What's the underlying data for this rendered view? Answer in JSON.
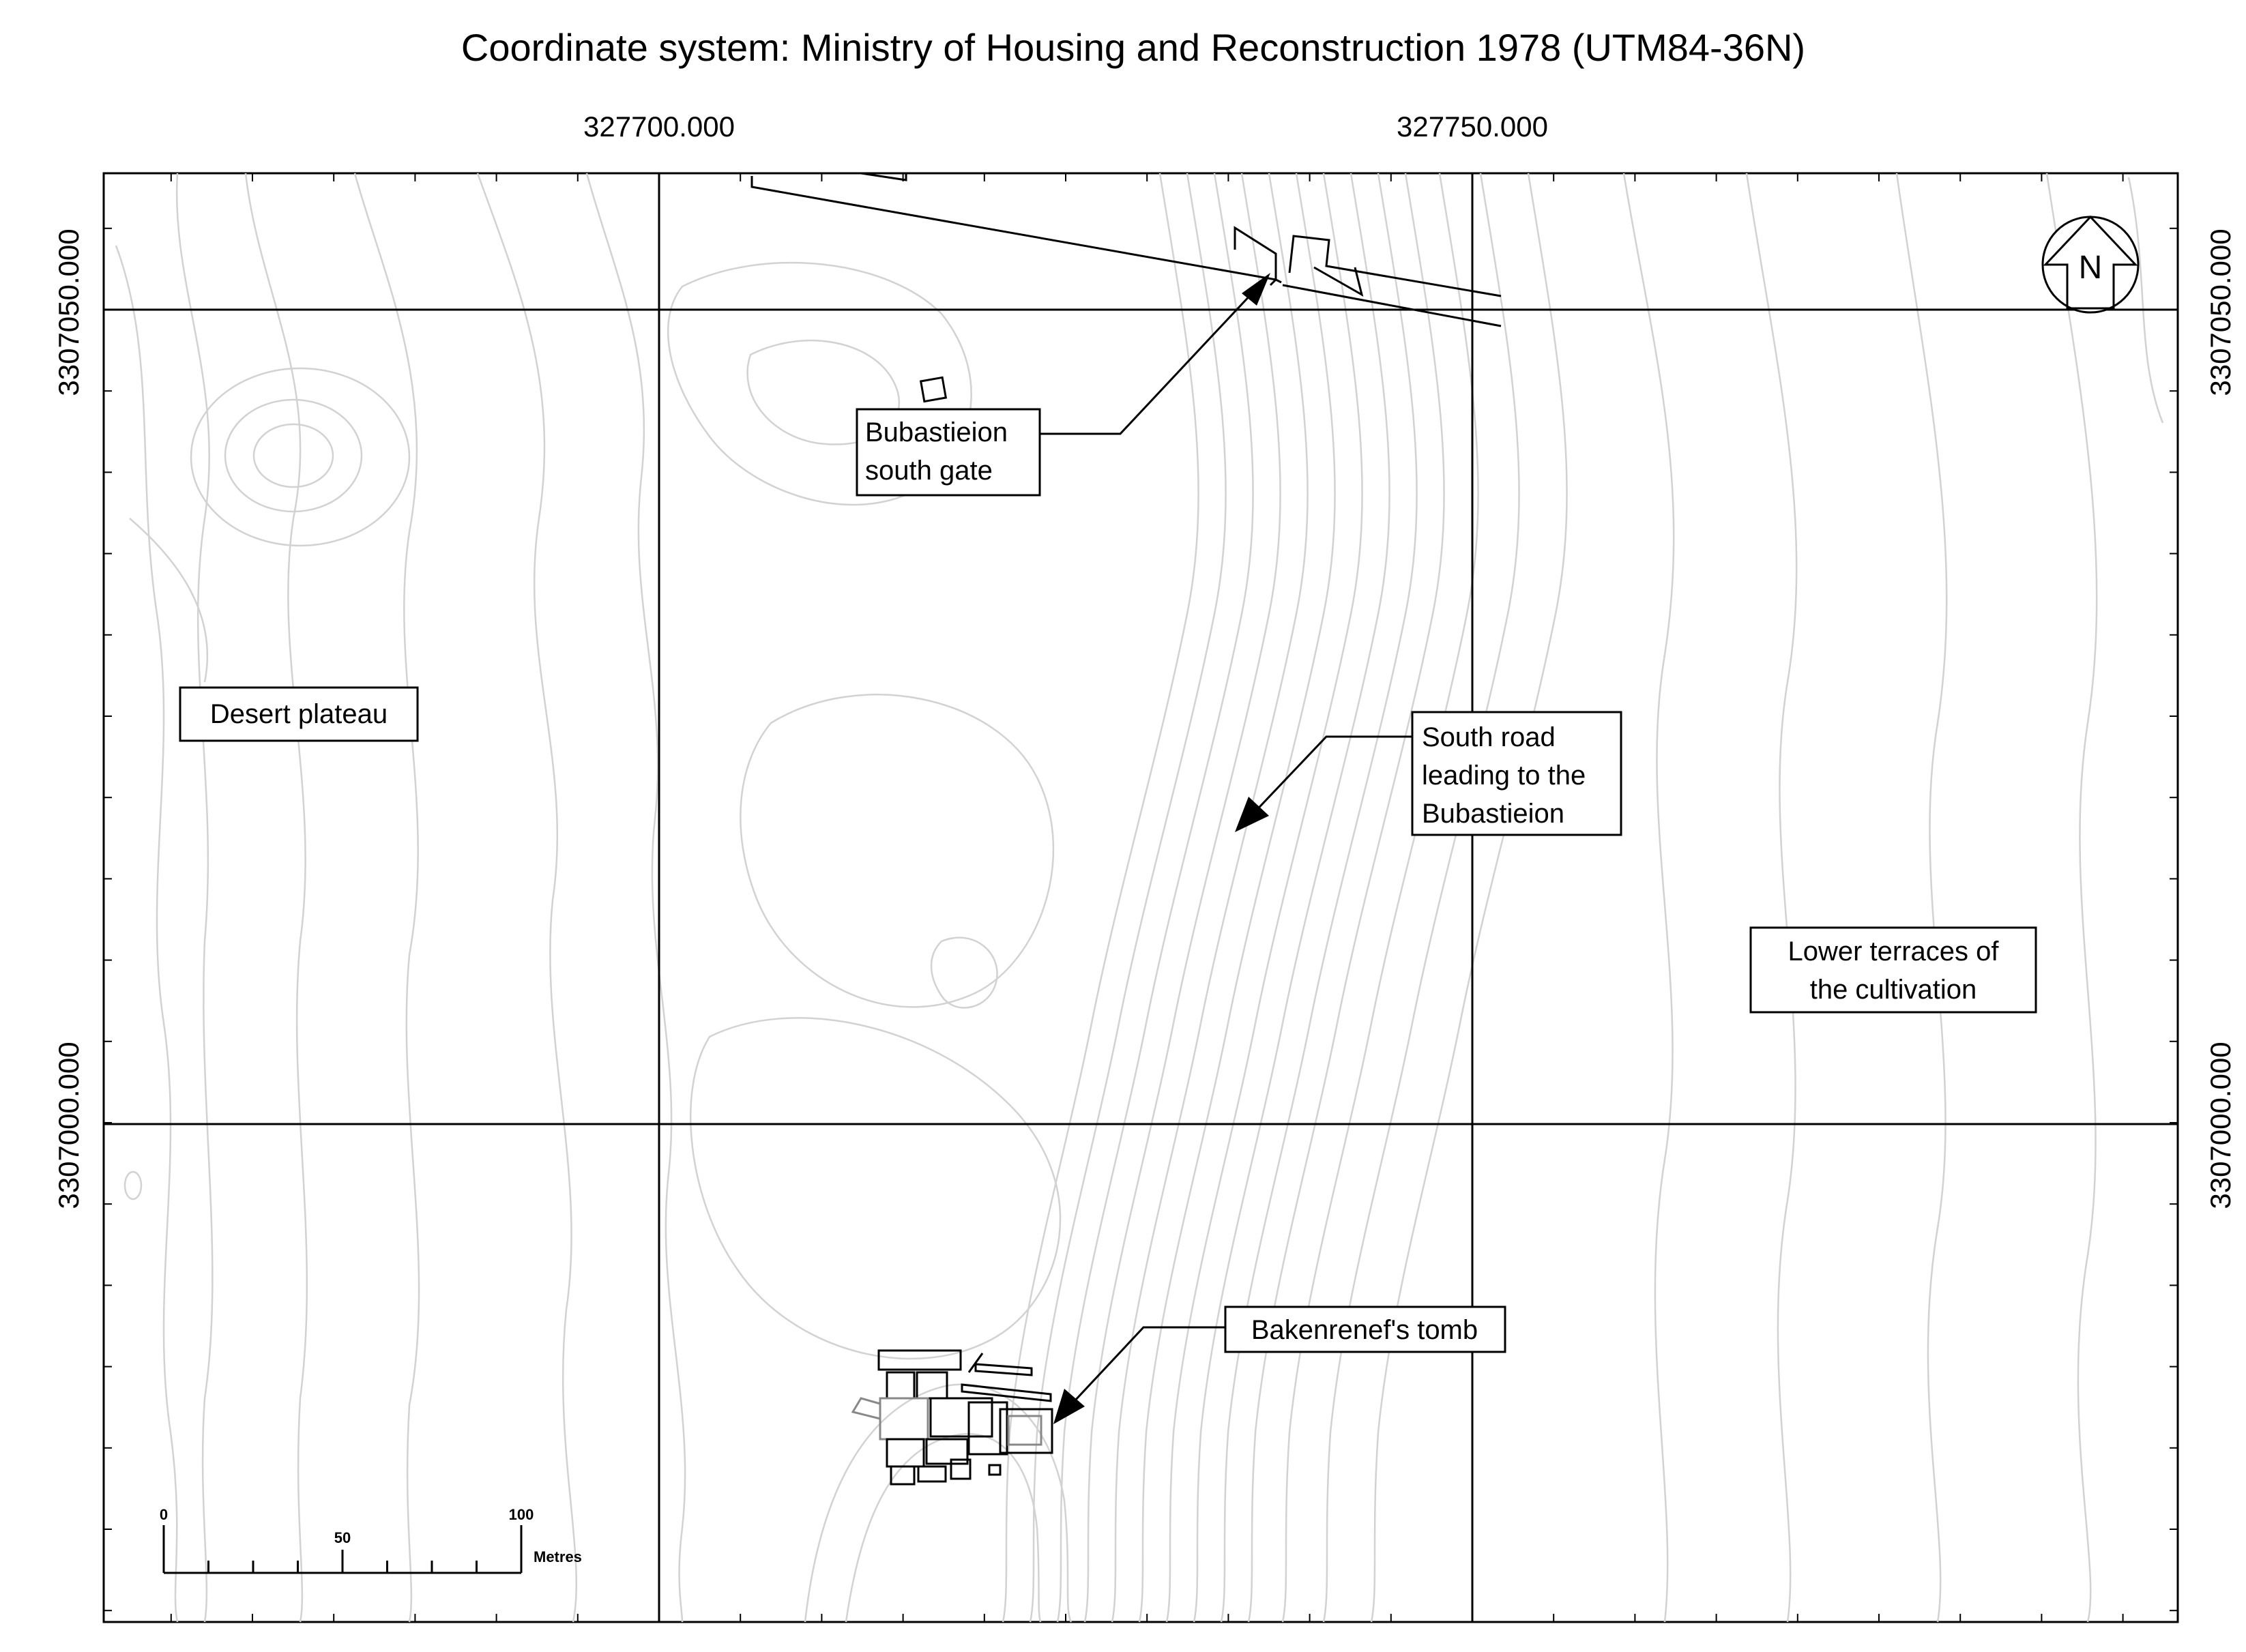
{
  "title": "Coordinate system: Ministry of Housing and Reconstruction 1978 (UTM84-36N)",
  "easting_labels": [
    "327700.000",
    "327750.000"
  ],
  "northing_labels": [
    "3307050.000",
    "3307000.000"
  ],
  "labels": {
    "gate": [
      "Bubastieion",
      "south gate"
    ],
    "desert": "Desert plateau",
    "road": [
      "South road",
      "leading to the",
      "Bubastieion"
    ],
    "terraces": [
      "Lower terraces of",
      "the cultivation"
    ],
    "tomb": "Bakenrenef's tomb"
  },
  "north_arrow": "N",
  "scale_bar": {
    "ticks": [
      "0",
      "50",
      "100"
    ],
    "unit": "Metres"
  },
  "colors": {
    "frame": "#000000",
    "contour": "#d2d2d2",
    "grid": "#000000"
  }
}
